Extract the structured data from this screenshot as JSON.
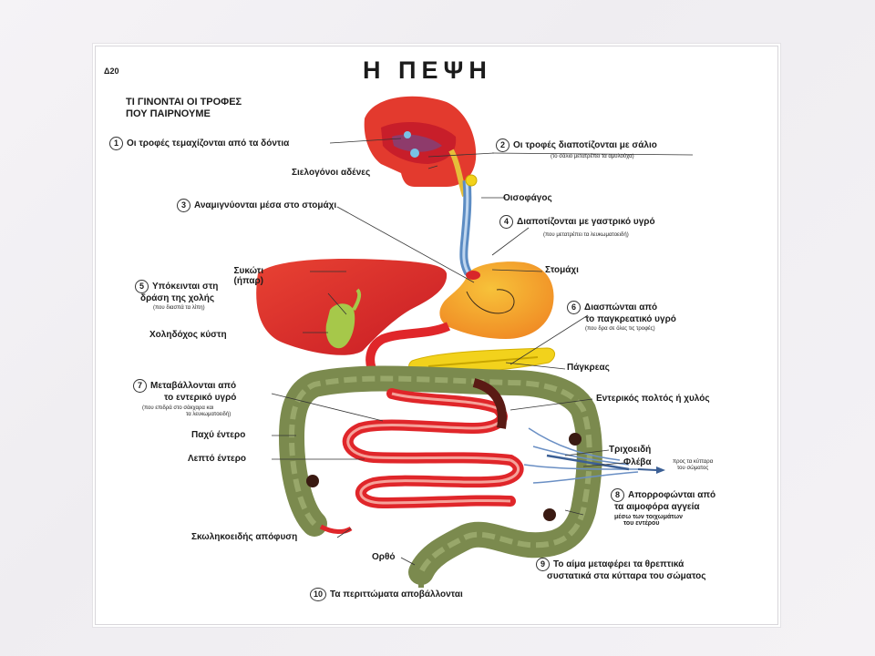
{
  "poster": {
    "code": "Δ20",
    "title": "Η ΠΕΨΗ",
    "subtitle_line1": "ΤΙ ΓΙΝΟΝΤΑΙ ΟΙ ΤΡΟΦΕΣ",
    "subtitle_line2": "ΠΟΥ ΠΑΙΡΝΟΥΜΕ"
  },
  "steps": [
    {
      "num": "1",
      "text": "Οι τροφές τεμαχίζονται από τα δόντια"
    },
    {
      "num": "2",
      "text": "Οι τροφές διαποτίζονται με σάλιο",
      "note": "(το σάλιο μετατρέπει τα αμυλούχα)"
    },
    {
      "num": "3",
      "text": "Αναμιγνύονται μέσα στο στομάχι"
    },
    {
      "num": "4",
      "text": "Διαποτίζονται με γαστρικό υγρό",
      "note": "(που μετατρέπει τα λευκωματοειδή)"
    },
    {
      "num": "5",
      "text": "Υπόκεινται στη",
      "text2": "δράση της χολής",
      "note": "(που διασπά τα λίπη)"
    },
    {
      "num": "6",
      "text": "Διασπώνται από",
      "text2": "το παγκρεατικό υγρό",
      "note": "(που δρα σε όλες τις τροφές)"
    },
    {
      "num": "7",
      "text": "Μεταβάλλονται από",
      "text2": "το εντερικό υγρό",
      "note": "(που επιδρά στο σάκχαρα και",
      "note2": "τα λευκωματοειδή)"
    },
    {
      "num": "8",
      "text": "Απορροφώνται από",
      "text2": "τα αιμοφόρα αγγεία",
      "note": "μέσω των τοιχωμάτων",
      "note2": "του εντέρου"
    },
    {
      "num": "9",
      "text": "Το αίμα μεταφέρει τα θρεπτικά",
      "text2": "συστατικά στα κύτταρα του σώματος"
    },
    {
      "num": "10",
      "text": "Τα περιττώματα αποβάλλονται"
    }
  ],
  "organs": {
    "salivary": "Σιελογόνοι αδένες",
    "esophagus": "Οισοφάγος",
    "liver": "Συκώτι",
    "liver_alt": "(ήπαρ)",
    "stomach": "Στομάχι",
    "gallbladder": "Χοληδόχος κύστη",
    "pancreas": "Πάγκρεας",
    "chyle": "Εντερικός πολτός ή χυλός",
    "large_intestine": "Παχύ έντερο",
    "small_intestine": "Λεπτό έντερο",
    "capillaries": "Τριχοειδή",
    "vein": "Φλέβα",
    "to_cells": "προς τα κύτταρα",
    "to_cells2": "του σώματος",
    "appendix": "Σκωληκοειδής απόφυση",
    "rectum": "Ορθό"
  },
  "colors": {
    "red": "#e0262a",
    "orange": "#f39a2a",
    "green": "#7b8a4e",
    "yellow": "#f2d21c",
    "blue": "#6a8fc4",
    "gall": "#a6c84a"
  }
}
